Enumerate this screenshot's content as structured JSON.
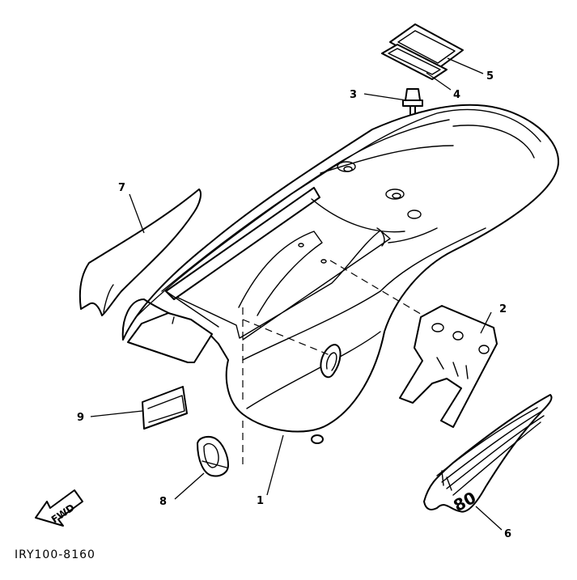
{
  "diagram": {
    "drawing_code": "IRY100-8160",
    "direction_arrow_label": "FWD",
    "decal_number": "80",
    "callouts": [
      "1",
      "2",
      "3",
      "4",
      "5",
      "6",
      "7",
      "8",
      "9"
    ]
  }
}
